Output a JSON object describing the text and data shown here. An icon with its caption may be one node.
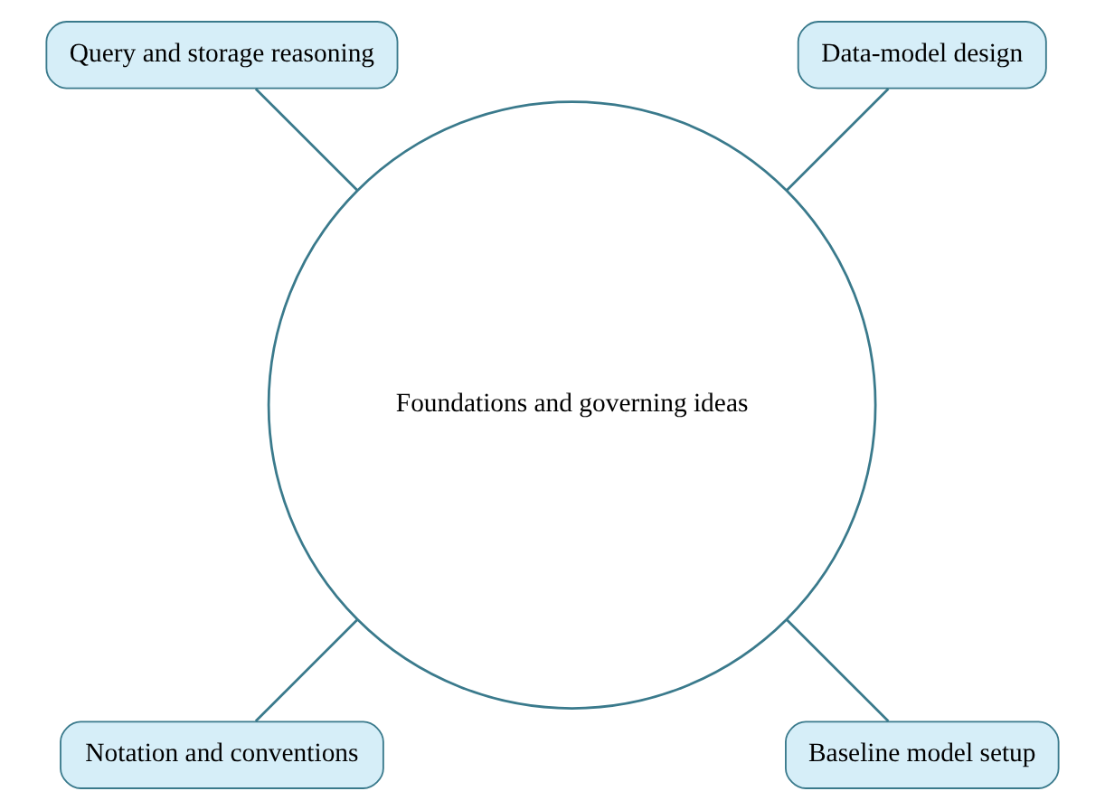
{
  "diagram": {
    "nodes": [
      {
        "text": [
          "Foundations and governing ideas"
        ]
      },
      {
        "text": [
          "Data-model design"
        ]
      },
      {
        "text": [
          "Query and storage reasoning"
        ]
      },
      {
        "text": [
          "Notation and conventions"
        ]
      },
      {
        "text": [
          "Baseline model setup"
        ]
      }
    ],
    "edges": [
      {
        "from": 0,
        "to": 1,
        "arrow": "none"
      },
      {
        "from": 0,
        "to": 2,
        "arrow": "none"
      },
      {
        "from": 0,
        "to": 3,
        "arrow": "none"
      },
      {
        "from": 0,
        "to": 4,
        "arrow": "none"
      }
    ]
  }
}
